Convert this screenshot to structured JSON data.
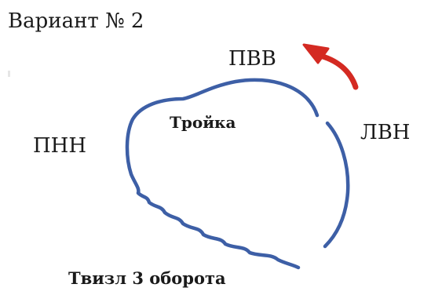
{
  "title": "Вариант № 2",
  "labels": {
    "pvv": "ПВВ",
    "pnn": "ПНН",
    "lvn": "ЛВН",
    "troika": "Тройка",
    "twizzle": "Твизл 3 оборота"
  },
  "colors": {
    "path": "#3d5fa6",
    "arrow": "#d42a22",
    "text": "#1a1a1a"
  },
  "icons": {
    "arrow": "red-curved-arrow-icon"
  }
}
